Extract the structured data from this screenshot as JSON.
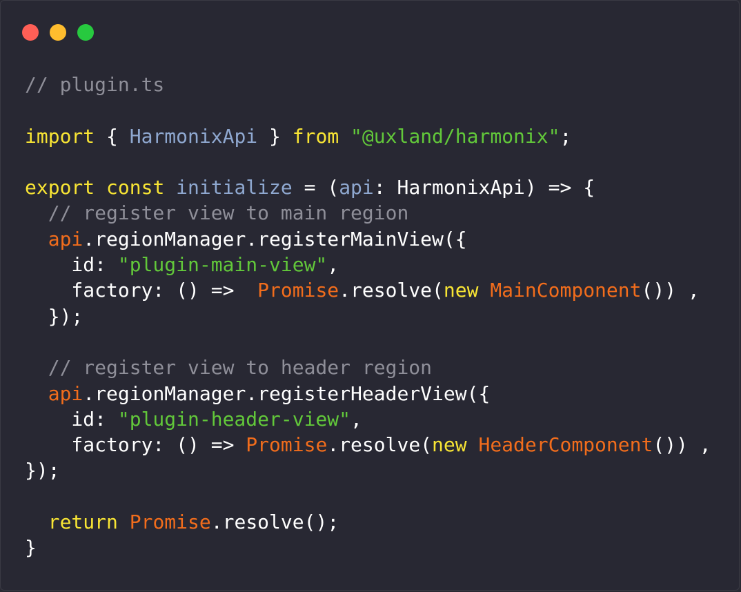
{
  "window": {
    "colors": {
      "background": "#282833",
      "close": "#ff5f56",
      "minimize": "#ffbd2e",
      "maximize": "#27c93f"
    }
  },
  "palette": {
    "comment": "#8f8f99",
    "keyword": "#f8e534",
    "identifier": "#8fa8d0",
    "string": "#62c83a",
    "object": "#f26d1c",
    "plain": "#ffffff"
  },
  "code": {
    "lines": [
      [
        {
          "t": "// plugin.ts",
          "c": "comment"
        }
      ],
      [],
      [
        {
          "t": "import",
          "c": "keyword"
        },
        {
          "t": " { ",
          "c": "plain"
        },
        {
          "t": "HarmonixApi",
          "c": "identifier"
        },
        {
          "t": " } ",
          "c": "plain"
        },
        {
          "t": "from",
          "c": "keyword"
        },
        {
          "t": " ",
          "c": "plain"
        },
        {
          "t": "\"@uxland/harmonix\"",
          "c": "string"
        },
        {
          "t": ";",
          "c": "plain"
        }
      ],
      [],
      [
        {
          "t": "export",
          "c": "keyword"
        },
        {
          "t": " ",
          "c": "plain"
        },
        {
          "t": "const",
          "c": "keyword"
        },
        {
          "t": " ",
          "c": "plain"
        },
        {
          "t": "initialize",
          "c": "identifier"
        },
        {
          "t": " = (",
          "c": "plain"
        },
        {
          "t": "api",
          "c": "identifier"
        },
        {
          "t": ": HarmonixApi) => {",
          "c": "plain"
        }
      ],
      [
        {
          "t": "  // register view to main region",
          "c": "comment"
        }
      ],
      [
        {
          "t": "  ",
          "c": "plain"
        },
        {
          "t": "api",
          "c": "object"
        },
        {
          "t": ".regionManager.registerMainView({",
          "c": "plain"
        }
      ],
      [
        {
          "t": "    id: ",
          "c": "plain"
        },
        {
          "t": "\"plugin-main-view\"",
          "c": "string"
        },
        {
          "t": ",",
          "c": "plain"
        }
      ],
      [
        {
          "t": "    factory: () =>  ",
          "c": "plain"
        },
        {
          "t": "Promise",
          "c": "object"
        },
        {
          "t": ".resolve(",
          "c": "plain"
        },
        {
          "t": "new",
          "c": "keyword"
        },
        {
          "t": " ",
          "c": "plain"
        },
        {
          "t": "MainComponent",
          "c": "object"
        },
        {
          "t": "()) ,",
          "c": "plain"
        }
      ],
      [
        {
          "t": "  });",
          "c": "plain"
        }
      ],
      [],
      [
        {
          "t": "  // register view to header region",
          "c": "comment"
        }
      ],
      [
        {
          "t": "  ",
          "c": "plain"
        },
        {
          "t": "api",
          "c": "object"
        },
        {
          "t": ".regionManager.registerHeaderView({",
          "c": "plain"
        }
      ],
      [
        {
          "t": "    id: ",
          "c": "plain"
        },
        {
          "t": "\"plugin-header-view\"",
          "c": "string"
        },
        {
          "t": ",",
          "c": "plain"
        }
      ],
      [
        {
          "t": "    factory: () => ",
          "c": "plain"
        },
        {
          "t": "Promise",
          "c": "object"
        },
        {
          "t": ".resolve(",
          "c": "plain"
        },
        {
          "t": "new",
          "c": "keyword"
        },
        {
          "t": " ",
          "c": "plain"
        },
        {
          "t": "HeaderComponent",
          "c": "object"
        },
        {
          "t": "()) ,",
          "c": "plain"
        }
      ],
      [
        {
          "t": "});",
          "c": "plain"
        }
      ],
      [],
      [
        {
          "t": "  ",
          "c": "plain"
        },
        {
          "t": "return",
          "c": "keyword"
        },
        {
          "t": " ",
          "c": "plain"
        },
        {
          "t": "Promise",
          "c": "object"
        },
        {
          "t": ".resolve();",
          "c": "plain"
        }
      ],
      [
        {
          "t": "}",
          "c": "plain"
        }
      ]
    ]
  }
}
